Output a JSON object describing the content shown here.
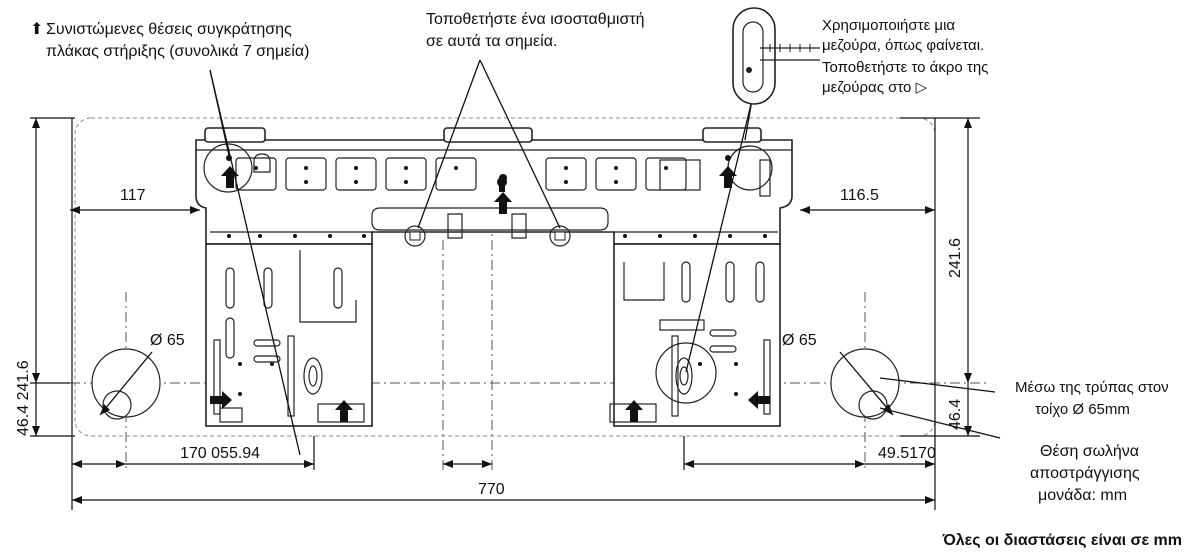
{
  "annotations": {
    "fixing_points_line1": "Συνιστώμενες θέσεις συγκράτησης",
    "fixing_points_line2": "πλάκας στήριξης (συνολικά 7 σημεία)",
    "level_line1": "Τοποθετήστε ένα ισοσταθμιστή",
    "level_line2": "σε αυτά τα σημεία.",
    "tape_line1": "Χρησιμοποιήστε μια",
    "tape_line2": "μεζούρα, όπως φαίνεται.",
    "tape_line3": "Τοποθετήστε το άκρο της",
    "tape_line4": "μεζούρας στο ▷",
    "wall_hole_line1": "Μέσω της τρύπας στον",
    "wall_hole_line2": "τοίχο Ø 65mm",
    "drain_line1": "Θέση σωλήνα",
    "drain_line2": "αποστράγγισης",
    "drain_line3": "μονάδα: mm",
    "footer": "Όλες οι διαστάσεις είναι σε mm"
  },
  "dimensions": {
    "left_offset": "117",
    "right_offset": "116.5",
    "right_height": "241.6",
    "left_height": "46.4 241.6",
    "left_hole_dia": "Ø 65",
    "right_hole_dia": "Ø 65",
    "right_bottom": "46.4",
    "bottom_left": "170 055.94",
    "bottom_right": "49.5170",
    "total_width": "770"
  },
  "icons": {
    "fixing_arrow": "up-arrow-icon",
    "level_marker": "level-point-icon",
    "tape_measure": "tape-measure-icon"
  }
}
